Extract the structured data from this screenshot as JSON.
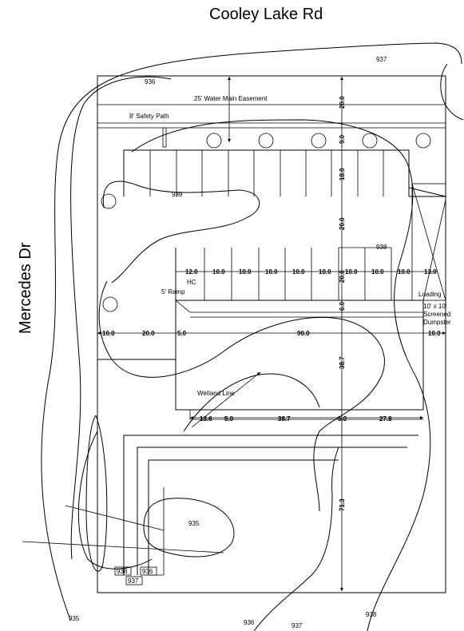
{
  "roads": {
    "top": "Cooley Lake Rd",
    "left": "Mercedes Dr"
  },
  "labels": {
    "easement": "25' Water Main Easement",
    "safety_path": "8' Safety Path",
    "hc": "HC",
    "ramp": "5' Ramp",
    "loading": "Loading",
    "dumpster_1": "10' x 10'",
    "dumpster_2": "Screened",
    "dumpster_3": "Dumpster",
    "wetland": "Wetland Line"
  },
  "contours": {
    "c937_top": "937",
    "c936_top": "936",
    "c939": "939",
    "c938_right": "938",
    "c935_mid": "935",
    "c938_box": "938",
    "c936_box": "936",
    "c937_box": "937",
    "c935_bottom": "935",
    "c936_bottom": "936",
    "c937_bottom": "937",
    "c938_bottom": "938"
  },
  "dims": {
    "v20_top": "20.0",
    "v9": "9.0",
    "v18": "18.0",
    "v20_mid": "20.0",
    "v20_row": "20.0",
    "v6": "6.0",
    "v38_7": "38.7",
    "v71_3": "71.3",
    "row": [
      "12.0",
      "10.0",
      "10.0",
      "10.0",
      "10.0",
      "10.0",
      "10.0",
      "10.0",
      "10.0",
      "13.0"
    ],
    "h10_left": "10.0",
    "h20": "20.0",
    "h5": "5.0",
    "h90": "90.0",
    "h10_right": "10.0",
    "b13_6": "13.6",
    "b5_0a": "5.0",
    "b38_7": "38.7",
    "b5_0b": "5.0",
    "b27_8": "27.8"
  }
}
